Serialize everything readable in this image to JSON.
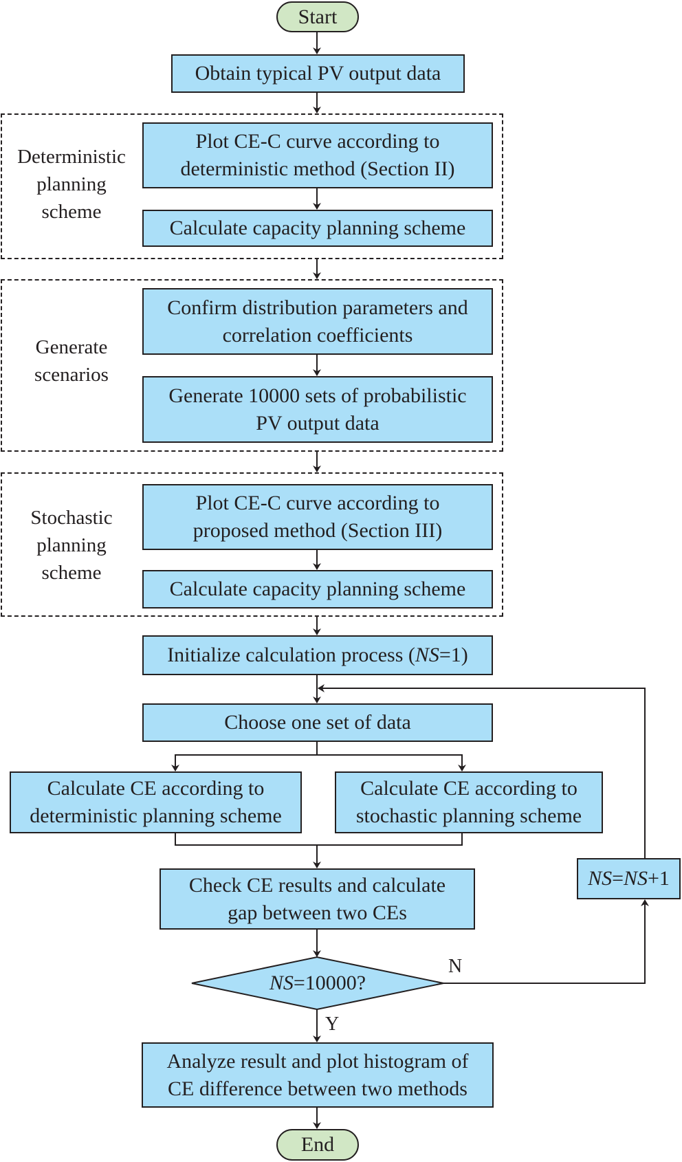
{
  "nodes": {
    "start": "Start",
    "obtain": "Obtain typical PV output data",
    "det_plot_l1": "Plot CE-C curve according to",
    "det_plot_l2": "deterministic method (Section II)",
    "det_calc": "Calculate capacity planning scheme",
    "confirm_l1": "Confirm distribution parameters and",
    "confirm_l2": "correlation coefficients",
    "generate_l1": "Generate 10000 sets of probabilistic",
    "generate_l2": "PV output data",
    "sto_plot_l1": "Plot CE-C curve according to",
    "sto_plot_l2": "proposed method (Section III)",
    "sto_calc": "Calculate capacity planning scheme",
    "init_prefix": "Initialize calculation process (",
    "init_var": "NS",
    "init_suffix": "=1)",
    "choose": "Choose one set of data",
    "calc_det_l1": "Calculate CE according to",
    "calc_det_l2": "deterministic planning scheme",
    "calc_sto_l1": "Calculate CE according to",
    "calc_sto_l2": "stochastic planning scheme",
    "check_l1": "Check CE results and calculate",
    "check_l2": "gap between two CEs",
    "decision_var": "NS",
    "decision_suffix": "=10000?",
    "increment_var1": "NS",
    "increment_eq": "=",
    "increment_var2": "NS",
    "increment_suffix": "+1",
    "analyze_l1": "Analyze result and plot histogram of",
    "analyze_l2": "CE difference between two methods",
    "end": "End"
  },
  "groups": {
    "deterministic": [
      "Deterministic",
      "planning",
      "scheme"
    ],
    "scenarios": [
      "Generate",
      "scenarios"
    ],
    "stochastic": [
      "Stochastic",
      "planning",
      "scheme"
    ]
  },
  "edge_labels": {
    "no": "N",
    "yes": "Y"
  },
  "colors": {
    "process_fill": "#abdff8",
    "terminal_fill": "#d1e7c5",
    "stroke": "#231f20"
  }
}
